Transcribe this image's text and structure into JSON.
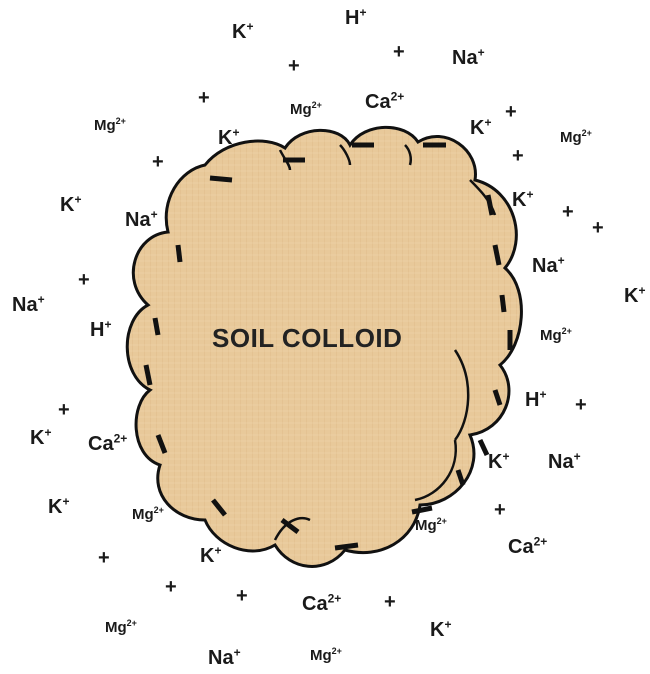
{
  "title": "SOIL COLLOID",
  "colors": {
    "colloid_fill": "#e8c99a",
    "outline": "#111111",
    "background": "#ffffff",
    "text": "#1a1a1a"
  },
  "cations": {
    "K": {
      "symbol": "K",
      "charge": "+"
    },
    "Na": {
      "symbol": "Na",
      "charge": "+"
    },
    "H": {
      "symbol": "H",
      "charge": "+"
    },
    "Ca": {
      "symbol": "Ca",
      "charge": "2+"
    },
    "Mg": {
      "symbol": "Mg",
      "charge": "2+"
    }
  },
  "plus_sign": "+",
  "surface_charge": "negative"
}
